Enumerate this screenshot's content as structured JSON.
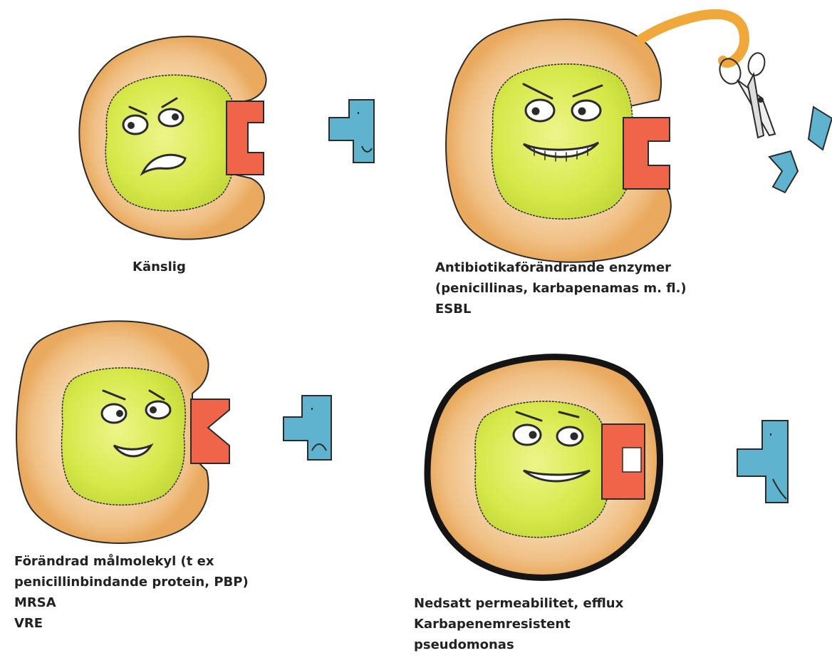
{
  "panels": {
    "sensitive": {
      "caption": [
        "Känslig"
      ]
    },
    "enzymes": {
      "caption": [
        "Antibiotikaförändrande enzymer",
        "(penicillinas, karbapenamas m. fl.)",
        "ESBL"
      ]
    },
    "target_change": {
      "caption": [
        "Förändrad målmolekyl (t ex",
        "penicillinbindande protein, PBP)",
        "MRSA",
        "VRE"
      ]
    },
    "permeability": {
      "caption": [
        "Nedsatt permeabilitet, efflux",
        "Karbapenemresistent",
        "pseudomonas"
      ]
    }
  },
  "colors": {
    "cell_wall": "#f2c58f",
    "cell_wall_dark": "#e9a95e",
    "cytoplasm": "#d6e84a",
    "cytoplasm_light": "#eef58a",
    "receptor": "#f0654a",
    "antibiotic": "#5fb3cf",
    "enzyme_tether": "#f0a83a",
    "outline": "#2b2b2b",
    "thick_membrane": "#141414"
  },
  "icons": [
    "bacterium-cell",
    "receptor-block",
    "antibiotic-molecule",
    "scissors-icon"
  ]
}
